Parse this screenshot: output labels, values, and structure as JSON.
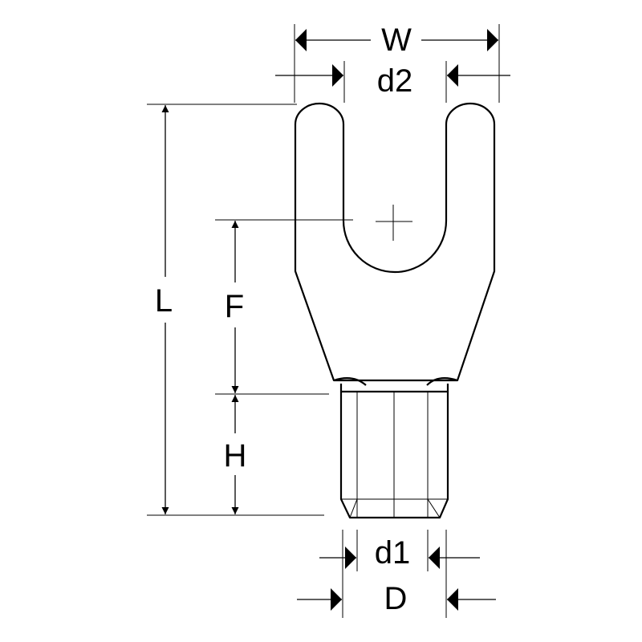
{
  "diagram": {
    "labels": {
      "W": "W",
      "d2": "d2",
      "L": "L",
      "F": "F",
      "H": "H",
      "d1": "d1",
      "D": "D"
    },
    "colors": {
      "line": "#000000",
      "background": "#ffffff"
    }
  }
}
